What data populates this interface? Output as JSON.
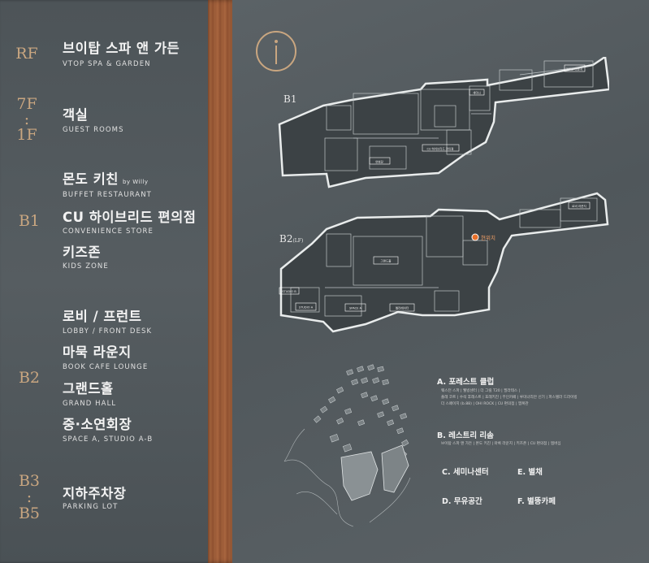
{
  "directory": [
    {
      "floor": "RF",
      "entries": [
        {
          "ko": "브이탑 스파 앤 가든",
          "en": "VTOP SPA & GARDEN"
        }
      ]
    },
    {
      "floor_lines": [
        "7F",
        ":",
        "1F"
      ],
      "entries": [
        {
          "ko": "객실",
          "en": "GUEST ROOMS"
        }
      ]
    },
    {
      "floor": "B1",
      "entries": [
        {
          "ko": "몬도 키친",
          "ko_sub": "by Willy",
          "en": "BUFFET RESTAURANT"
        },
        {
          "ko": "CU 하이브리드 편의점",
          "en": "CONVENIENCE STORE"
        },
        {
          "ko": "키즈존",
          "en": "KIDS ZONE"
        }
      ]
    },
    {
      "floor": "B2",
      "entries": [
        {
          "ko": "로비 / 프런트",
          "en": "LOBBY / FRONT DESK"
        },
        {
          "ko": "마묵 라운지",
          "en": "BOOK CAFE LOUNGE"
        },
        {
          "ko": "그랜드홀",
          "en": "GRAND HALL"
        },
        {
          "ko": "중·소연회장",
          "en": "SPACE A, STUDIO A-B"
        }
      ]
    },
    {
      "floor_lines": [
        "B3",
        ":",
        "B5"
      ],
      "entries": [
        {
          "ko": "지하주차장",
          "en": "PARKING LOT"
        }
      ]
    }
  ],
  "maps": {
    "b1_label": "B1",
    "b2_label": "B2",
    "b2_label_small": "(LF)",
    "b2_marker": "현위치",
    "b1_room_labels": [
      "세미나",
      "연회장",
      "CU 하이브리드 편의점",
      "키즈존 라운지"
    ],
    "b2_room_labels": [
      "그랜드홀",
      "STUDIO B",
      "STUDIO A",
      "SPACE A",
      "엘리베이터",
      "로비 라운지"
    ]
  },
  "legend": {
    "a_title": "A. 포레스트 클럽",
    "a_line1": "웨스턴 스파 | 웰빙센터 | 더 그릴 T20 | 필라테스 |",
    "a_line2": "플레 코트 | 수석 후레스트 | 포레키친 | 무인카페 | 루미너리안 신기 | 파스텔라 드라이빙",
    "a_line3": "더 스페이지 (b.88) | OHI ROCK | CU 편의점 | 엠복관",
    "b_title": "B. 레스트리 리솜",
    "b_line": "브이탑 스파 앤 가든 | 몬도 키친 | 마룩 라운지 | 키즈존 | CU 편의점 | 멤버십",
    "c": "C. 세미나센터",
    "d": "D. 무유공간",
    "e": "E. 별채",
    "f": "F. 별뜽카페"
  },
  "colors": {
    "floor_gold": "#c9a680",
    "marker_orange": "#e8702a"
  }
}
